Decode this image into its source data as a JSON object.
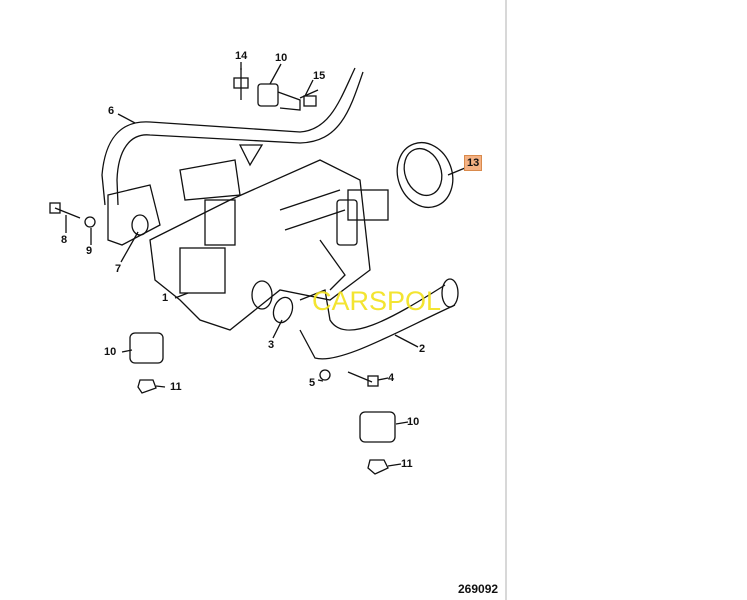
{
  "diagram": {
    "reference_number": "269092",
    "watermark": "CARSPOL",
    "highlight_color": "#f4b183",
    "watermark_color": "#f2e21b",
    "labels": [
      "14",
      "10",
      "15",
      "6",
      "13",
      "8",
      "9",
      "7",
      "1",
      "3",
      "2",
      "10",
      "11",
      "5",
      "4",
      "10",
      "11"
    ],
    "highlighted_part": "13"
  }
}
